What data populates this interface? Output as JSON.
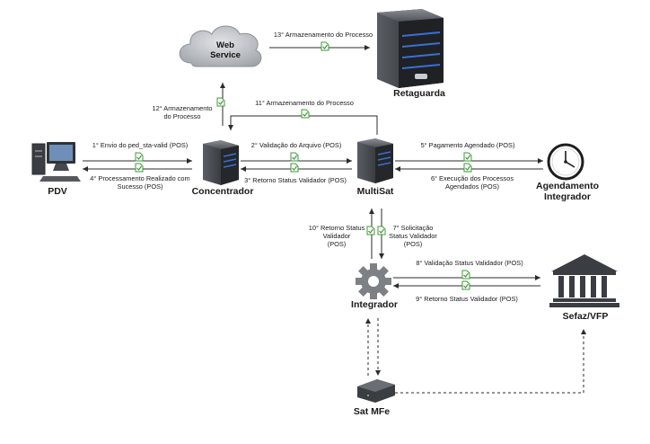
{
  "nodes": {
    "web_service": "Web\nService",
    "retaguarda": "Retaguarda",
    "pdv": "PDV",
    "concentrador": "Concentrador",
    "multisat": "MultiSat",
    "agendamento": "Agendamento\nIntegrador",
    "integrador": "Integrador",
    "sefaz": "Sefaz/VFP",
    "sat_mfe": "Sat MFe"
  },
  "steps": {
    "s1": "1° Envio do ped_sta-valid (POS)",
    "s2": "2° Validação do Arquivo (POS)",
    "s3": "3° Retorno Status Validador (POS)",
    "s4": "4° Processamento Realizado com\nSucesso (POS)",
    "s5": "5° Pagamento Agendado (POS)",
    "s6": "6° Execução dos Processos\nAgendados (POS)",
    "s7": "7° Solicitação\nStatus Validador\n(POS)",
    "s8": "8° Validação Status Validador (POS)",
    "s9": "9° Retorno Status Validador (POS)",
    "s10": "10° Retorno Status\nValidador\n(POS)",
    "s11": "11° Armazenamento do Processo",
    "s12": "12° Armazenamento\ndo Processo",
    "s13": "13° Armazenamento do Processo"
  },
  "colors": {
    "arrow": "#2b2b2b",
    "server_dark": "#3a3d42",
    "accent_blue": "#3b6fd6",
    "doc_green": "#3f9a3a",
    "cloud": "#b9bcc2",
    "gear": "#7d8085"
  },
  "icons": [
    "cloud-icon",
    "server-icon",
    "computer-icon",
    "clock-icon",
    "gear-icon",
    "building-icon",
    "router-icon",
    "document-icon"
  ]
}
